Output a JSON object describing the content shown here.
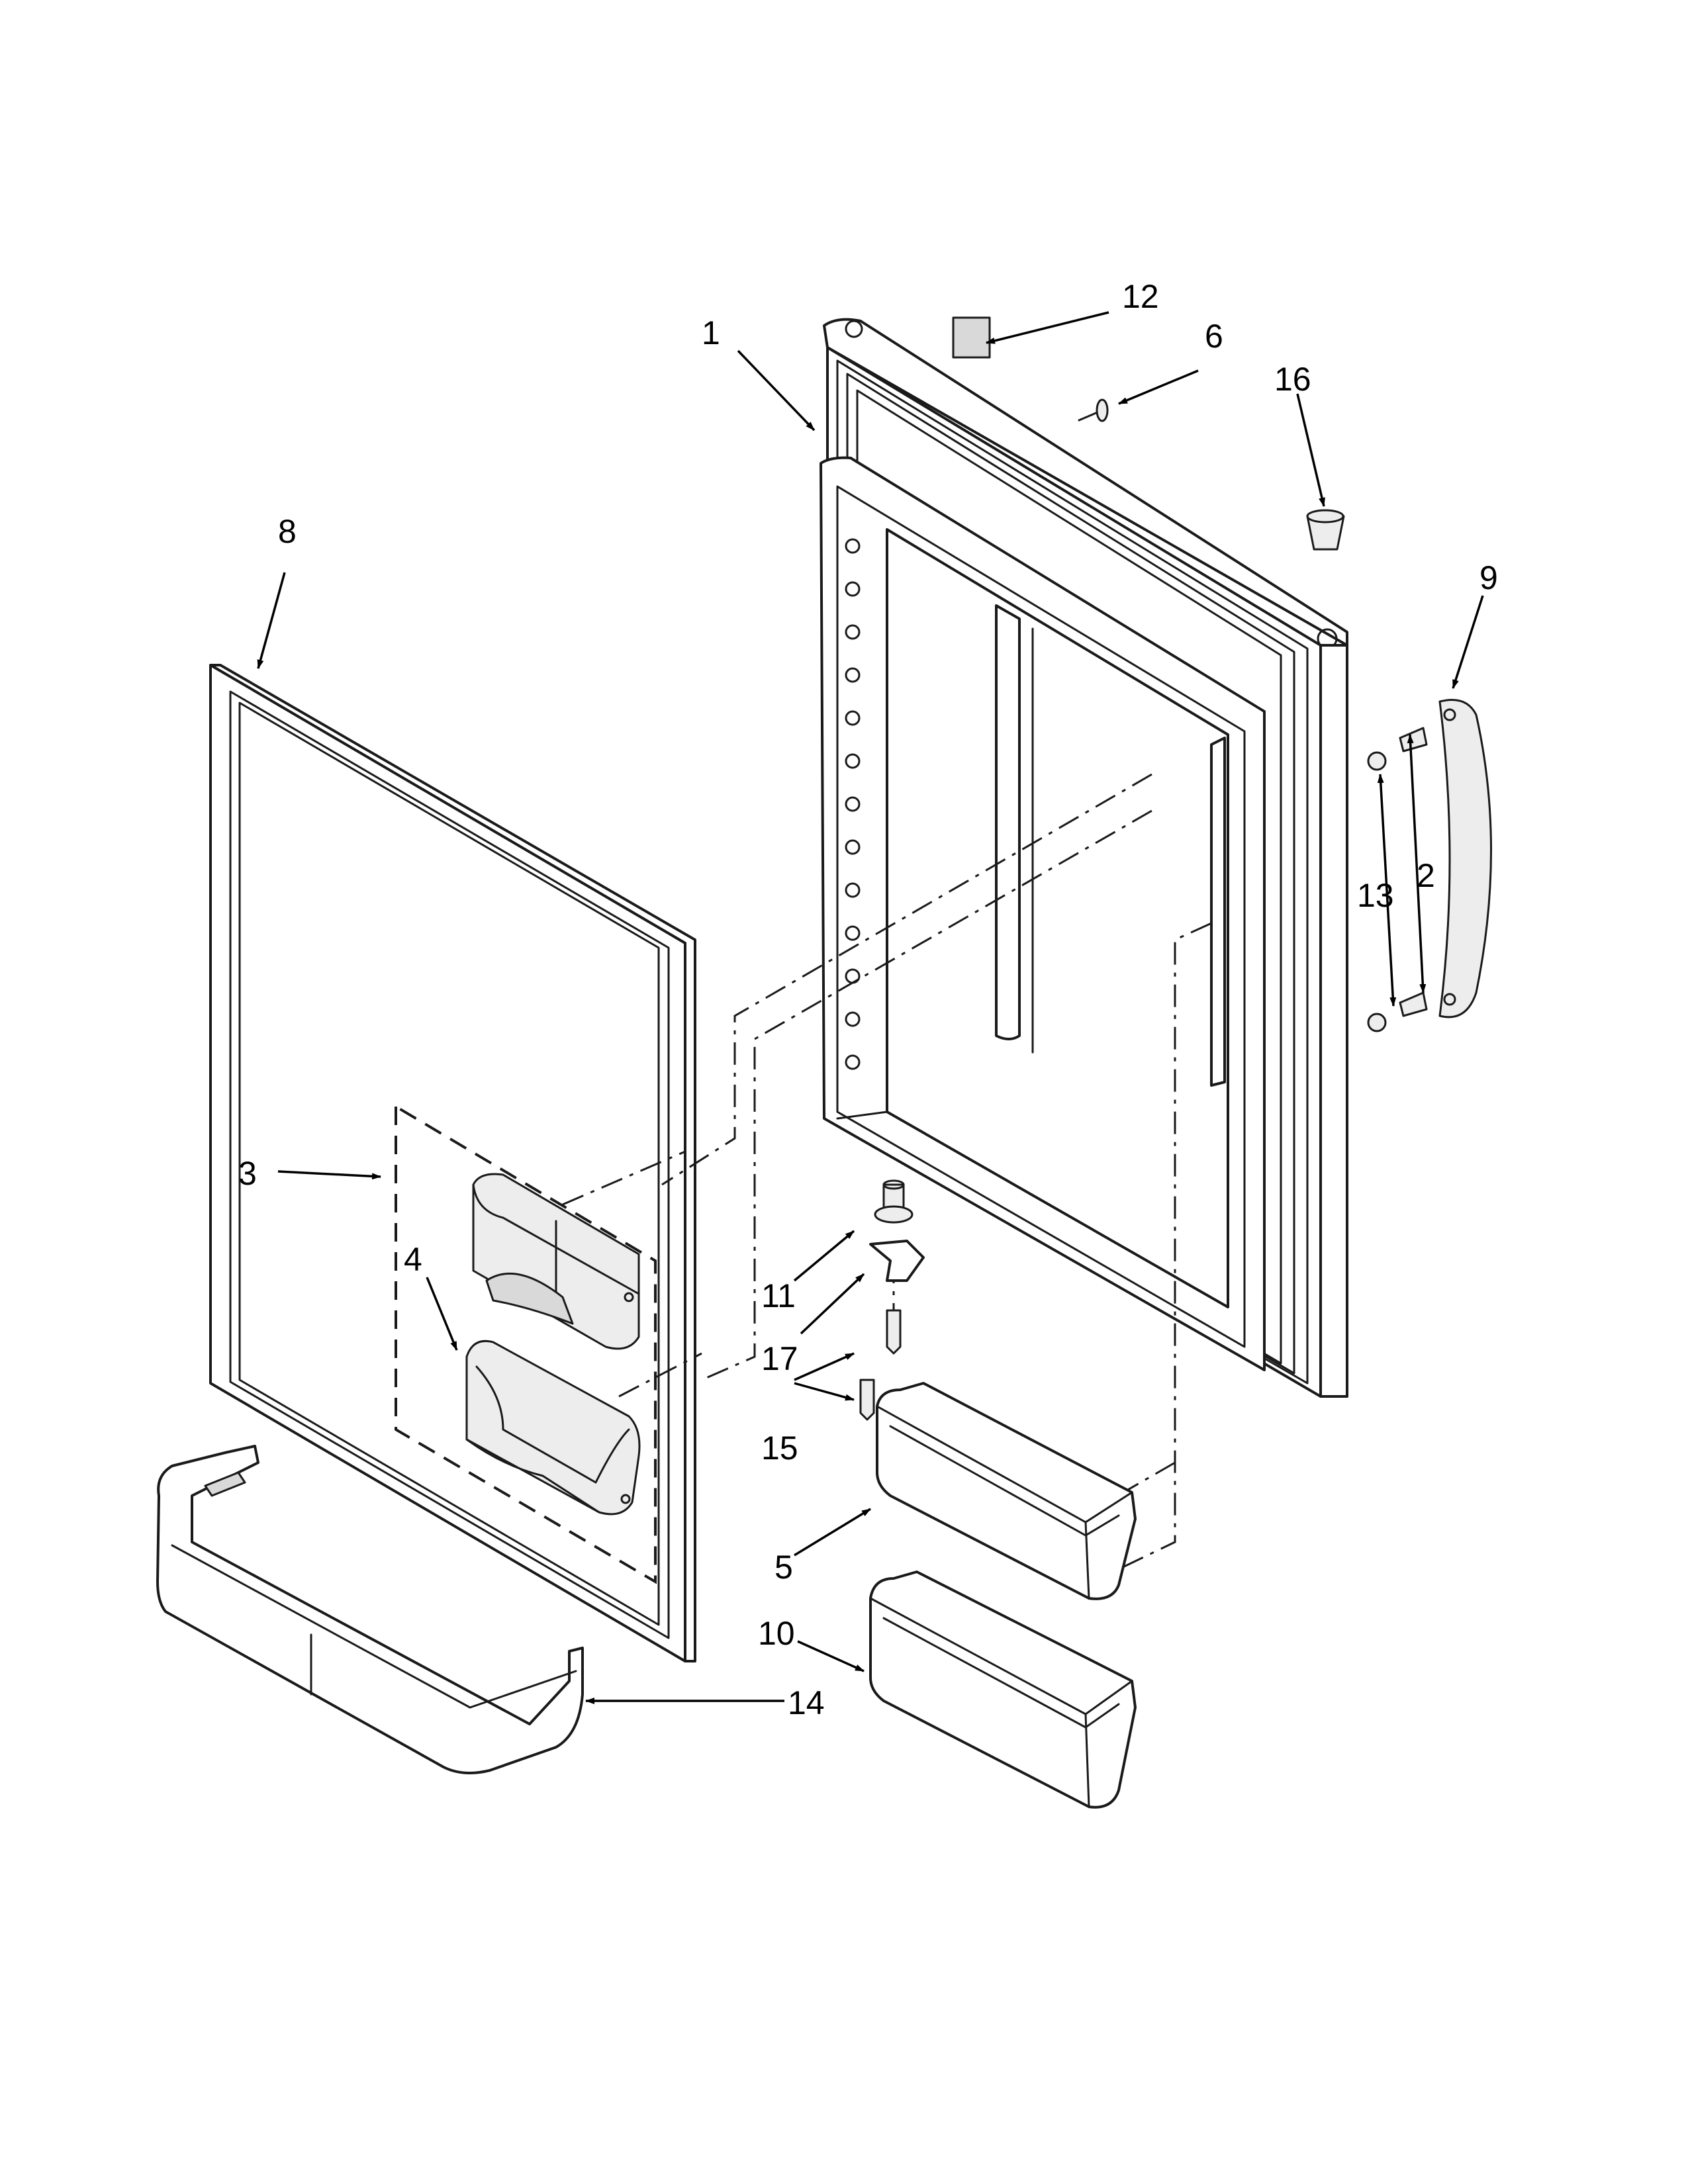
{
  "labels": {
    "p1": "1",
    "p2": "2",
    "p3": "3",
    "p4": "4",
    "p5": "5",
    "p6": "6",
    "p8": "8",
    "p9": "9",
    "p10": "10",
    "p11": "11",
    "p12": "12",
    "p13": "13",
    "p14": "14",
    "p15": "15",
    "p16": "16",
    "p17": "17"
  },
  "colors": {
    "line": "#1a1a1a",
    "fill": "#ffffff",
    "shade": "#d9d9d9"
  }
}
